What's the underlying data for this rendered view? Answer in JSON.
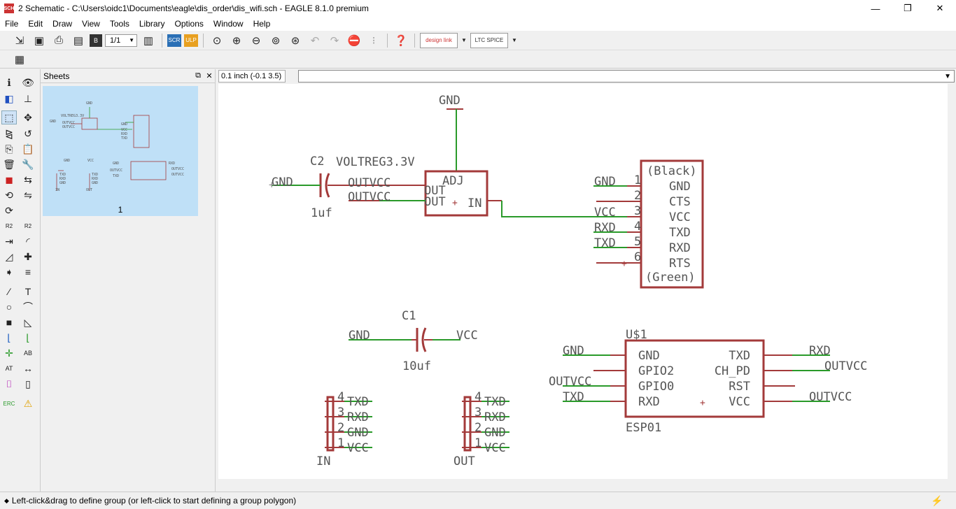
{
  "window": {
    "icon_text": "SCH",
    "title": "2 Schematic - C:\\Users\\oidc1\\Documents\\eagle\\dis_order\\dis_wifi.sch - EAGLE 8.1.0 premium",
    "minimize": "—",
    "maximize": "❐",
    "close": "✕"
  },
  "menu": [
    "File",
    "Edit",
    "Draw",
    "View",
    "Tools",
    "Library",
    "Options",
    "Window",
    "Help"
  ],
  "toolbar": {
    "sheet_value": "1/1",
    "design_link": "design link",
    "ltspice": "LTC SPICE"
  },
  "sheets_panel": {
    "title": "Sheets",
    "sheet_number": "1"
  },
  "coord": "0.1 inch (-0.1 3.5)",
  "status": "Left-click&drag to define group (or left-click to start defining a group polygon)",
  "schematic": {
    "gnd_top": "GND",
    "c2_name": "C2",
    "c2_value": "1uf",
    "vreg_name": "VOLTREG3.3V",
    "vreg_adj": "ADJ",
    "vreg_out1": "OUT",
    "vreg_out2": "OUT",
    "vreg_in": "IN",
    "net_gnd": "GND",
    "net_outvcc1": "OUTVCC",
    "net_outvcc2": "OUTVCC",
    "ftdi_top": "(Black)",
    "ftdi_bottom": "(Green)",
    "ftdi_pins": [
      {
        "num": "1",
        "name": "GND",
        "net": "GND"
      },
      {
        "num": "2",
        "name": "CTS",
        "net": ""
      },
      {
        "num": "3",
        "name": "VCC",
        "net": "VCC"
      },
      {
        "num": "4",
        "name": "TXD",
        "net": "RXD"
      },
      {
        "num": "5",
        "name": "RXD",
        "net": "TXD"
      },
      {
        "num": "6",
        "name": "RTS",
        "net": ""
      }
    ],
    "c1_name": "C1",
    "c1_value": "10uf",
    "c1_left": "GND",
    "c1_right": "VCC",
    "esp_name": "U$1",
    "esp_value": "ESP01",
    "esp_left_pins": [
      {
        "name": "GND",
        "net": "GND"
      },
      {
        "name": "GPIO2",
        "net": ""
      },
      {
        "name": "GPIO0",
        "net": "OUTVCC"
      },
      {
        "name": "RXD",
        "net": "TXD"
      }
    ],
    "esp_right_pins": [
      {
        "name": "TXD",
        "net": "RXD"
      },
      {
        "name": "CH_PD",
        "net": "OUTVCC"
      },
      {
        "name": "RST",
        "net": ""
      },
      {
        "name": "VCC",
        "net": "OUTVCC"
      }
    ],
    "conn_in_name": "IN",
    "conn_out_name": "OUT",
    "conn_pins": [
      {
        "num": "4",
        "net": "TXD"
      },
      {
        "num": "3",
        "net": "RXD"
      },
      {
        "num": "2",
        "net": "GND"
      },
      {
        "num": "1",
        "net": "VCC"
      }
    ]
  },
  "colors": {
    "net": "#2a9a2a",
    "symbol": "#a33a3a",
    "text": "#555555",
    "sheet_bg": "#bfe0f7"
  }
}
